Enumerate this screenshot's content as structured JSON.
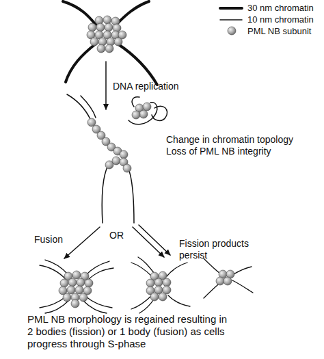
{
  "diagram": {
    "labels": [
      "DNA replication",
      "Change in chromatin topology",
      "Loss of PML NB integrity",
      "Fusion",
      "OR",
      "Fission products persist",
      "PML NB morphology is regained resulting in 2 bodies (fission) or 1 body (fusion) as cells progress through S-phase"
    ],
    "legend": [
      {
        "text": "30 nm chromatin"
      },
      {
        "text": "10 nm chromatin"
      },
      {
        "text": "PML NB subunit"
      }
    ]
  }
}
